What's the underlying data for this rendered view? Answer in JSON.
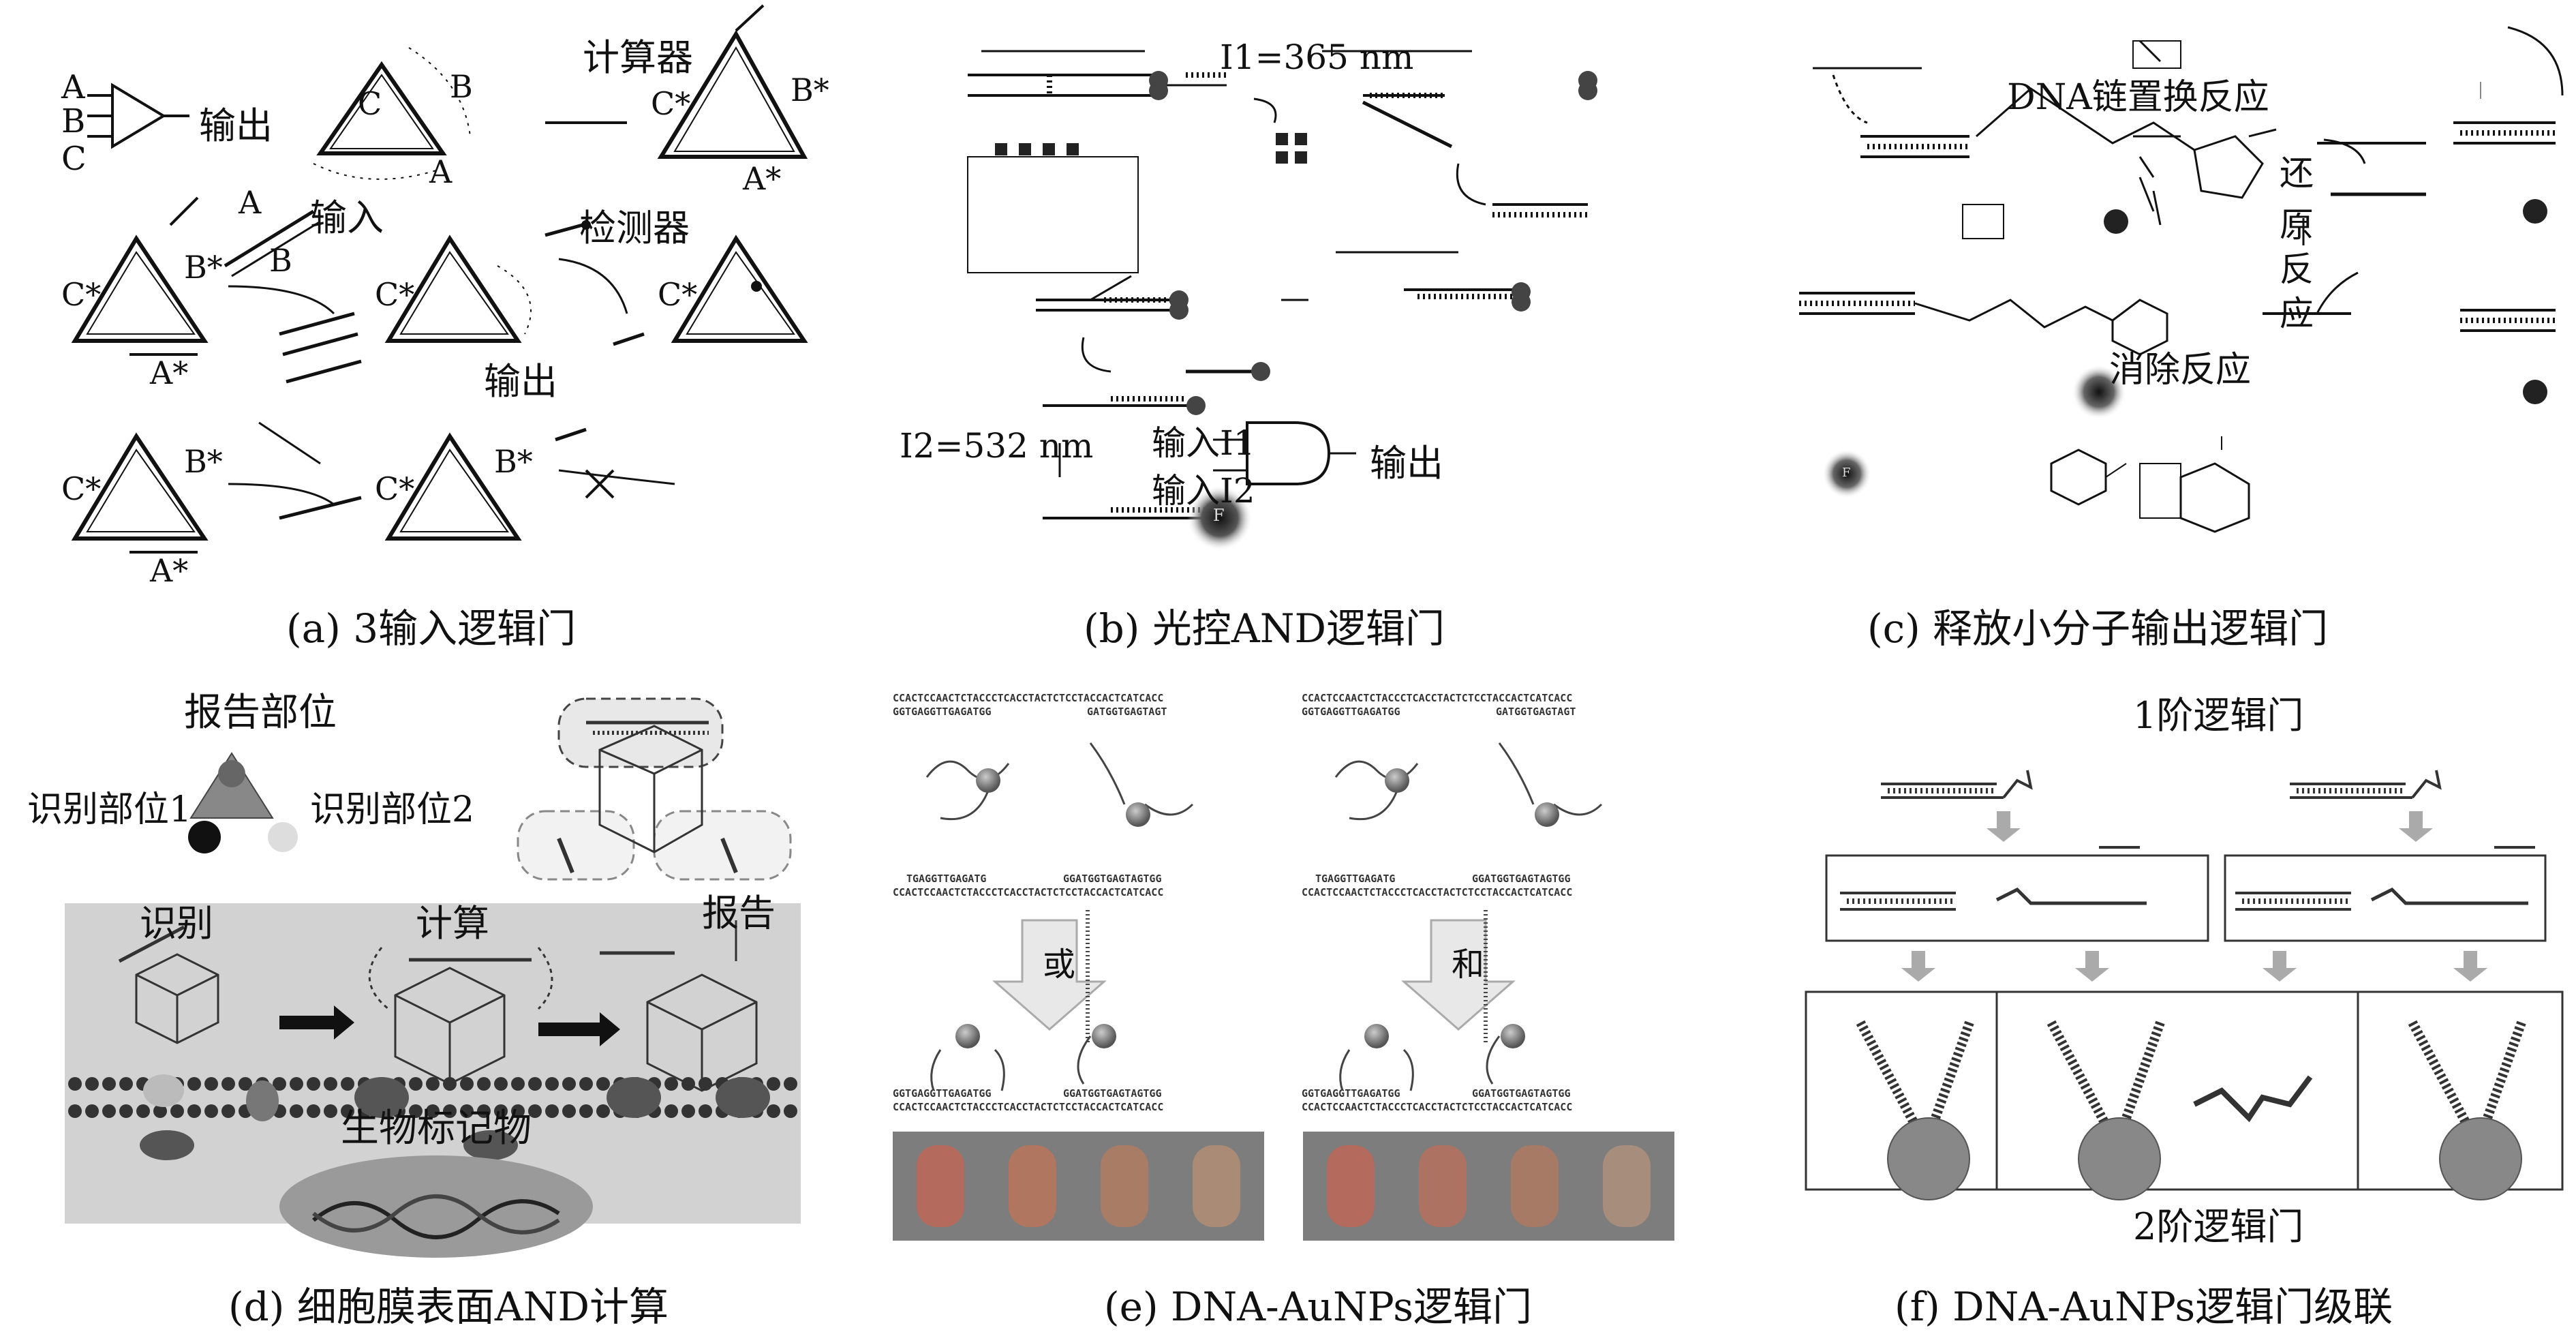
{
  "captions": {
    "a": "(a) 3输入逻辑门",
    "b": "(b) 光控AND逻辑门",
    "c": "(c) 释放小分子输出逻辑门",
    "d": "(d) 细胞膜表面AND计算",
    "e": "(e) DNA-AuNPs逻辑门",
    "f": "(f) DNA-AuNPs逻辑门级联"
  },
  "panel_a": {
    "in_a": "A",
    "in_b": "B",
    "in_c": "C",
    "output": "输出",
    "computer": "计算器",
    "input": "输入",
    "detector": "检测器",
    "output2": "输出",
    "tri_c": "C",
    "tri_b": "B",
    "tri_a": "A",
    "cstar": "C*",
    "bstar": "B*",
    "astar": "A*",
    "strand_a": "A",
    "strand_b": "B"
  },
  "panel_b": {
    "i1": "I1=365 nm",
    "i2": "I2=532 nm",
    "input1": "输入I1",
    "input2": "输入I2",
    "output": "输出",
    "fluor": "F"
  },
  "panel_c": {
    "strand_displacement": "DNA链置换反应",
    "reduction": [
      "还",
      "原",
      "反",
      "应"
    ],
    "elimination": "消除反应",
    "fluor": "F"
  },
  "panel_d": {
    "report_site": "报告部位",
    "recog1": "识别部位1",
    "recog2": "识别部位2",
    "recognize": "识别",
    "compute": "计算",
    "report": "报告",
    "biomarker": "生物标记物"
  },
  "panel_e": {
    "or": "或",
    "and": "和",
    "seq_top1": "CCACTCCAACTCTACCCTCACCTACTCTCCTACCACTCATCACC",
    "seq_top2": "GGTGAGGTTGAGATGG",
    "seq_top3": "GATGGTGAGTAGT",
    "seq_mid1": "TGAGGTTGAGATG",
    "seq_mid2": "GGATGGTGAGTAGTGG",
    "seq_mid3": "CCACTCCAACTCTACCCTCACCTACTCTCCTACCACTCATCACC",
    "seq_bot1": "GGTGAGGTTGAGATGG",
    "seq_bot2": "GGATGGTGAGTAGTGG",
    "seq_bot3": "CCACTCCAACTCTACCCTCACCTACTCTCCTACCACTCATCACC",
    "tube_colors_left": [
      "#b46a5c",
      "#b0765f",
      "#a97c66",
      "#a98b76"
    ],
    "tube_colors_right": [
      "#b46a5c",
      "#ad7262",
      "#a77a66",
      "#a68d7c"
    ]
  },
  "panel_f": {
    "first_order": "1阶逻辑门",
    "second_order": "2阶逻辑门"
  },
  "colors": {
    "ink": "#111111",
    "membrane_bg": "#d2d2d2",
    "gold": "#8a8a8a",
    "arrow_fill": "#e8e8e8"
  }
}
